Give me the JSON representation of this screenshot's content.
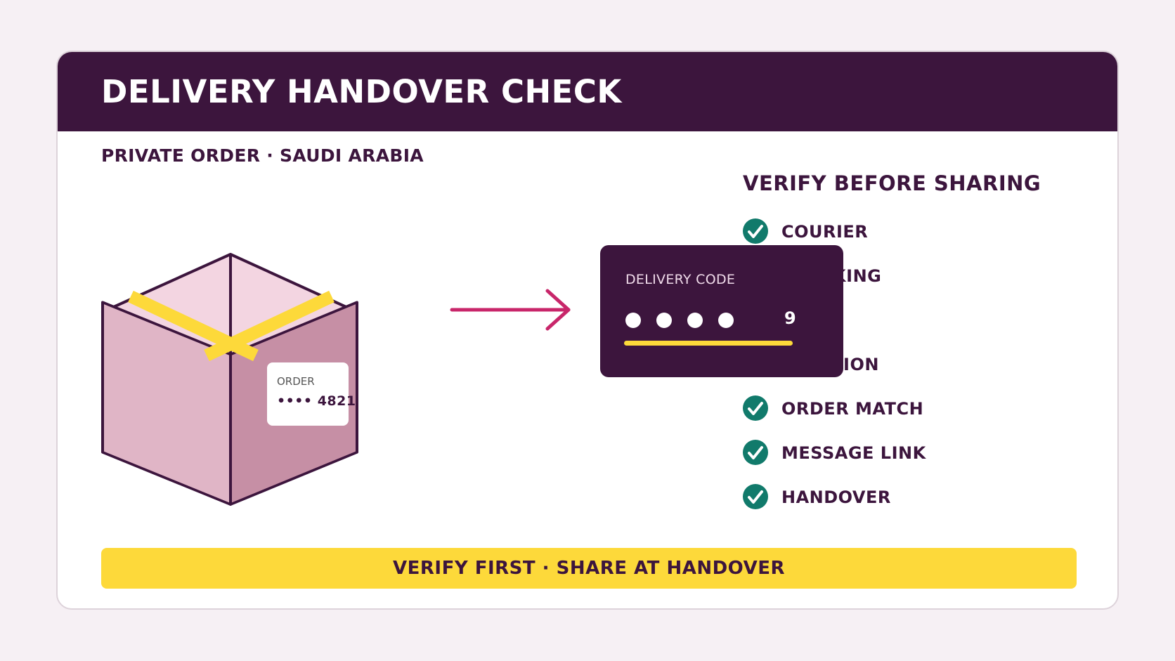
{
  "header": {
    "title": "DELIVERY HANDOVER CHECK"
  },
  "subtitle": "PRIVATE ORDER · SAUDI ARABIA",
  "package": {
    "order_label": "ORDER",
    "order_number": "•••• 4821"
  },
  "code_card": {
    "title": "DELIVERY CODE",
    "masked_dot_count": 4,
    "last_digit": "9"
  },
  "checklist": {
    "title": "VERIFY BEFORE SHARING",
    "items": [
      {
        "label": "COURIER"
      },
      {
        "label": "TRACKING"
      },
      {
        "label": ""
      },
      {
        "label": "LOCATION"
      },
      {
        "label": "ORDER MATCH"
      },
      {
        "label": "MESSAGE LINK"
      },
      {
        "label": "HANDOVER"
      }
    ]
  },
  "footer": {
    "text": "VERIFY FIRST · SHARE AT HANDOVER"
  },
  "colors": {
    "brand": "#3c153d",
    "accent_yellow": "#fdd93a",
    "arrow_pink": "#c8266a",
    "check_green": "#117a6b",
    "box_top": "#f3d5e1",
    "box_left": "#e0b5c6",
    "box_right": "#c68fa5"
  }
}
